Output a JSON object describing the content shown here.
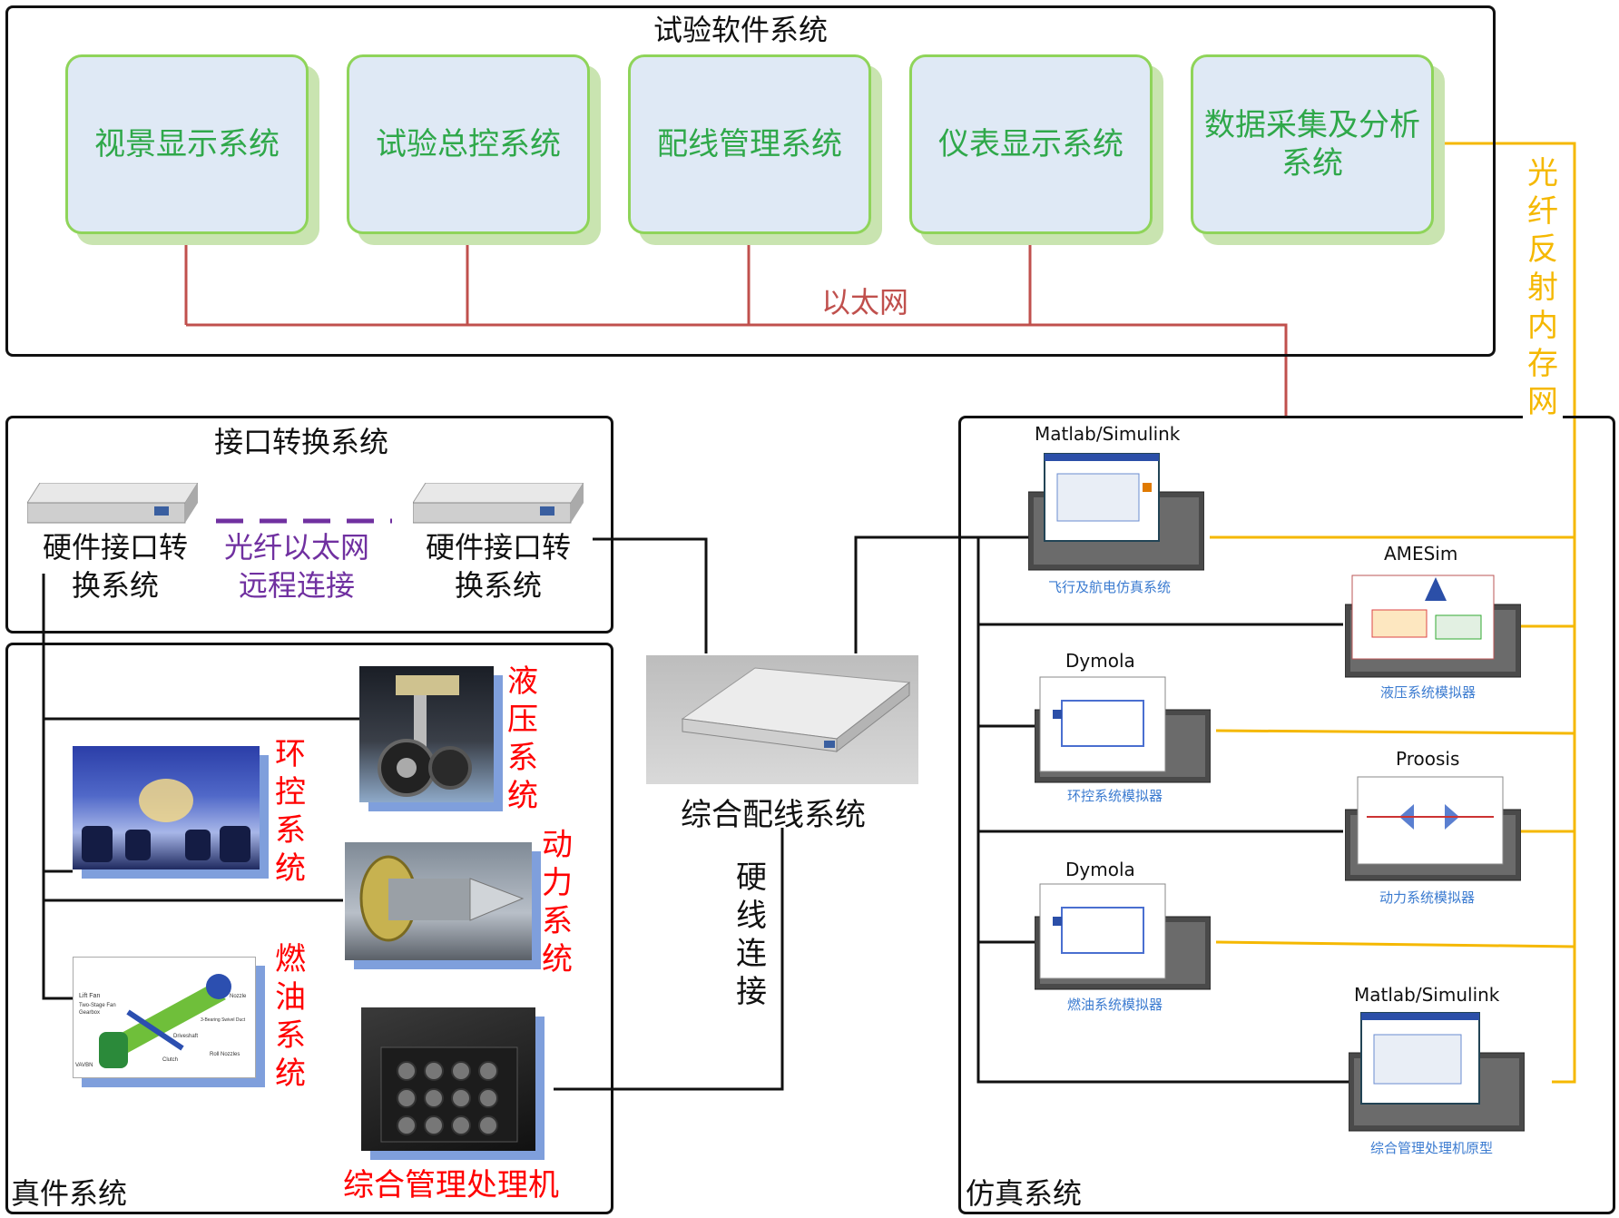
{
  "software_system": {
    "title": "试验软件系统",
    "modules": [
      "视景显示系统",
      "试验总控系统",
      "配线管理系统",
      "仪表显示系统",
      "数据采集及分析系统"
    ],
    "ethernet_label": "以太网"
  },
  "fiber_reflective_memory_label": "光纤反射内存网",
  "interface_system": {
    "title": "接口转换系统",
    "hw_left": "硬件接口转换系统",
    "hw_right": "硬件接口转换系统",
    "fiber_ethernet": "光纤以太网远程连接"
  },
  "real_system": {
    "title": "真件系统",
    "hydraulic": "液压系统",
    "env_control": "环控系统",
    "power": "动力系统",
    "fuel": "燃油系统",
    "processor": "综合管理处理机",
    "fuel_image_labels": [
      "Lift Fan",
      "Two-Stage Fan",
      "Gearbox",
      "Nozzle",
      "3-Bearing Swivel Duct",
      "Driveshaft",
      "Roll Nozzles",
      "Clutch",
      "VAVBN"
    ]
  },
  "wiring": {
    "label": "综合配线系统",
    "hardwire": "硬线连接"
  },
  "simulation": {
    "title": "仿真系统",
    "nodes": [
      {
        "tool": "Matlab/Simulink",
        "label": "飞行及航电仿真系统"
      },
      {
        "tool": "AMESim",
        "label": "液压系统模拟器"
      },
      {
        "tool": "Dymola",
        "label": "环控系统模拟器"
      },
      {
        "tool": "Proosis",
        "label": "动力系统模拟器"
      },
      {
        "tool": "Dymola",
        "label": "燃油系统模拟器"
      },
      {
        "tool": "Matlab/Simulink",
        "label": "综合管理处理机原型"
      }
    ]
  },
  "colors": {
    "ethernet": "#c0504d",
    "fiber": "#f5b800",
    "module_text": "#2fa84a",
    "real_text": "#ff0000",
    "fiber_ethernet_text": "#7030a0",
    "sim_caption": "#3b7bd0"
  },
  "icons": [
    "server-rack-icon",
    "landing-gear-photo",
    "cabin-photo",
    "engine-photo",
    "lift-fan-diagram",
    "processor-box-icon",
    "wiring-unit-icon",
    "simulator-screen-icon"
  ]
}
